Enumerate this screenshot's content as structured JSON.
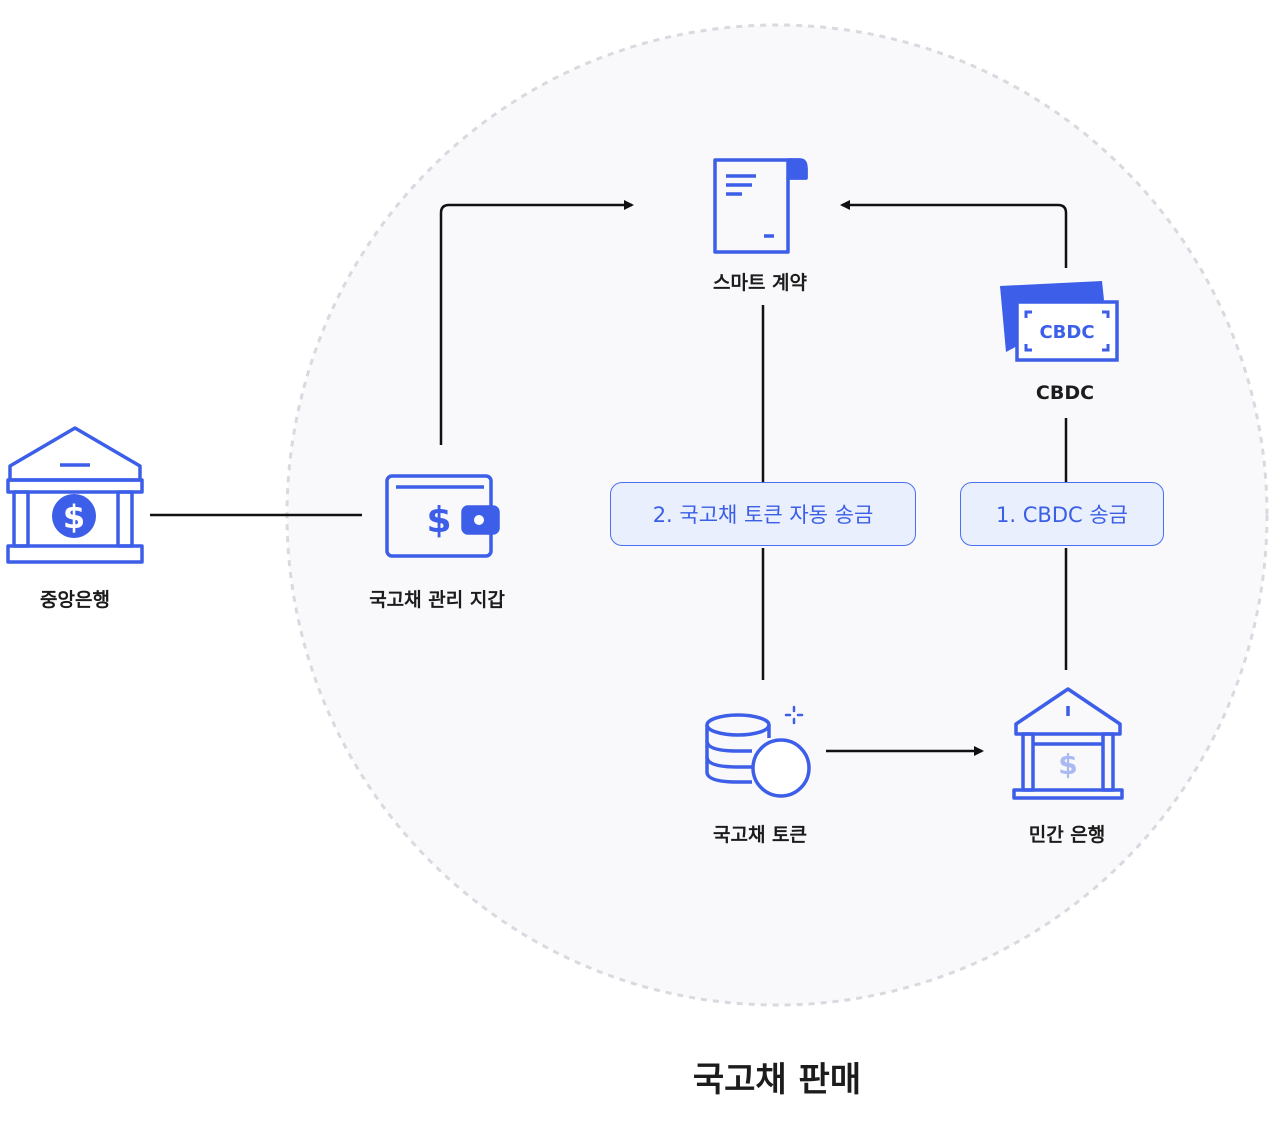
{
  "nodes": {
    "central_bank": {
      "label": "중앙은행",
      "icon": "bank-dollar-icon"
    },
    "bond_wallet": {
      "label": "국고채 관리 지갑",
      "icon": "wallet-dollar-icon"
    },
    "smart_contract": {
      "label": "스마트 계약",
      "icon": "document-icon"
    },
    "cbdc": {
      "label": "CBDC",
      "icon": "banknote-icon",
      "note_text": "CBDC"
    },
    "bond_token": {
      "label": "국고채 토큰",
      "icon": "coin-stack-icon"
    },
    "private_bank": {
      "label": "민간 은행",
      "icon": "bank-icon"
    }
  },
  "steps": {
    "step_1": "1. CBDC 송금",
    "step_2": "2. 국고채 토큰 자동 송금"
  },
  "caption": "국고채 판매",
  "colors": {
    "accent": "#3c5ee8",
    "accent_light": "#e9effd",
    "line": "#111111",
    "circle_fill": "#f9f9fb",
    "circle_border": "#d9dadf"
  }
}
